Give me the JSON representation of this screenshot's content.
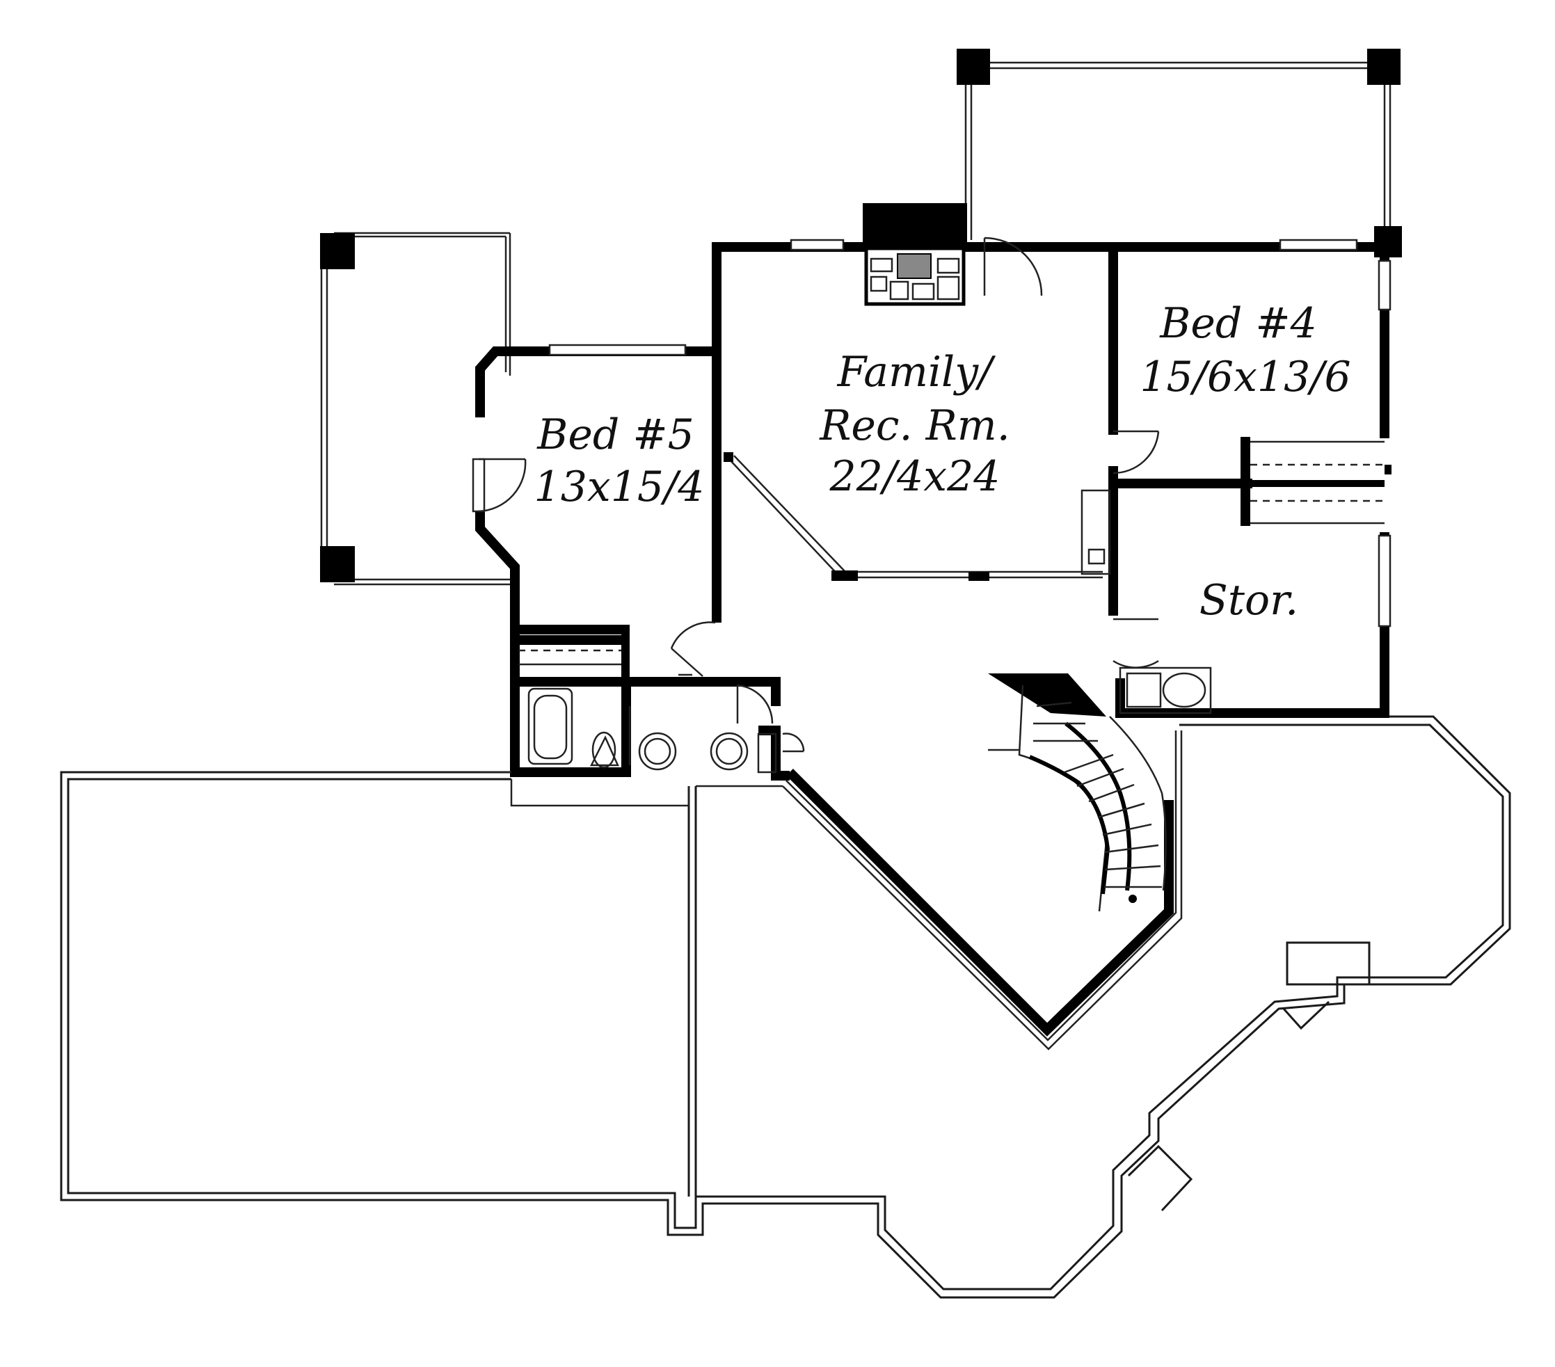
{
  "plan": {
    "rooms": [
      {
        "id": "bed5",
        "name": "Bed #5",
        "size": "13x15/4"
      },
      {
        "id": "family",
        "name_line1": "Family/",
        "name_line2": "Rec. Rm.",
        "size": "22/4x24"
      },
      {
        "id": "bed4",
        "name": "Bed #4",
        "size": "15/6x13/6"
      },
      {
        "id": "stor",
        "name": "Stor."
      }
    ]
  },
  "colors": {
    "wall": "#000000",
    "outline": "#1a1a1a",
    "paper": "#ffffff"
  }
}
